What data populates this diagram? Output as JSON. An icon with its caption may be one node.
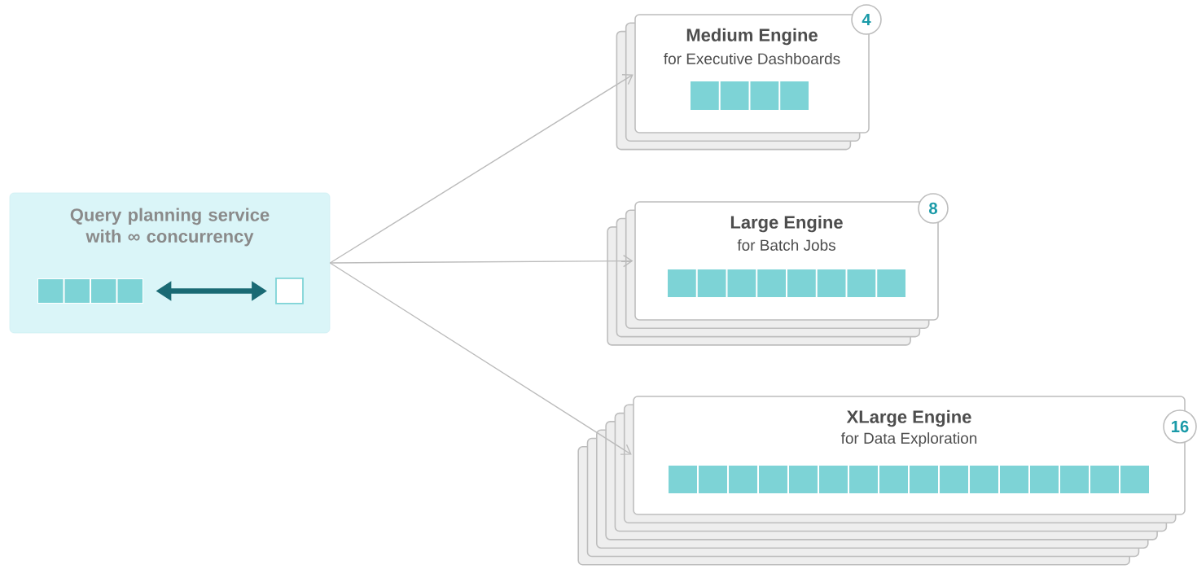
{
  "diagram": {
    "nodes": [
      {
        "text": [
          "Query planning service with ∞ concurrency"
        ]
      },
      {
        "text": [],
        "shape": "bar",
        "in": 0
      },
      {
        "text": [],
        "shape": "box",
        "in": 0
      },
      {
        "text": [
          "Medium Engine",
          "for Executive Dashboards"
        ],
        "beside": [
          "4"
        ]
      },
      {
        "text": [
          "Large Engine",
          "for Batch Jobs"
        ],
        "beside": [
          "8"
        ]
      },
      {
        "text": [
          "XLarge Engine",
          "for Data Exploration"
        ],
        "beside": [
          "16"
        ]
      }
    ],
    "edges": [
      {
        "from": 1,
        "to": 2,
        "arrow": "both",
        "style": "thick",
        "color": "#1a6a74"
      },
      {
        "from": 0,
        "to": 3,
        "arrow": "to"
      },
      {
        "from": 0,
        "to": 4,
        "arrow": "to"
      },
      {
        "from": 0,
        "to": 5,
        "arrow": "to"
      }
    ]
  }
}
